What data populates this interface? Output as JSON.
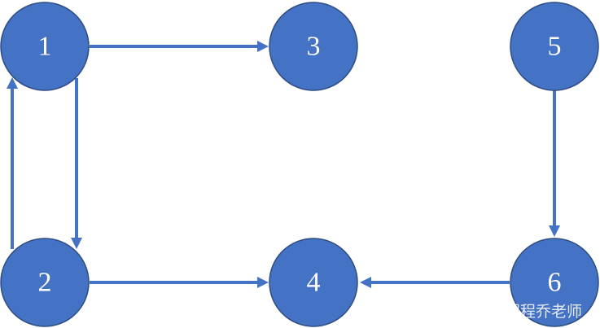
{
  "diagram": {
    "nodes": [
      {
        "id": "1",
        "label": "1"
      },
      {
        "id": "2",
        "label": "2"
      },
      {
        "id": "3",
        "label": "3"
      },
      {
        "id": "4",
        "label": "4"
      },
      {
        "id": "5",
        "label": "5"
      },
      {
        "id": "6",
        "label": "6"
      }
    ],
    "edges": [
      {
        "from": "1",
        "to": "3"
      },
      {
        "from": "1",
        "to": "2"
      },
      {
        "from": "2",
        "to": "1"
      },
      {
        "from": "2",
        "to": "4"
      },
      {
        "from": "5",
        "to": "6"
      },
      {
        "from": "6",
        "to": "4"
      }
    ],
    "colors": {
      "node_fill": "#4472c4",
      "node_stroke": "#2f4d80",
      "edge": "#4472c4",
      "label": "#ffffff"
    }
  },
  "watermark": {
    "text": "程程乔老师"
  }
}
